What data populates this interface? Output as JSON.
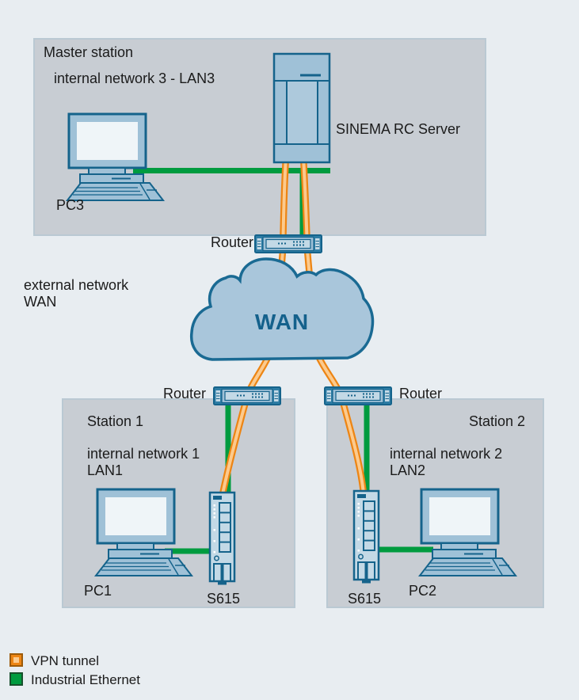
{
  "colors": {
    "background": "#e8edf1",
    "box_fill": "#c8cdd3",
    "box_border": "#bac9d3",
    "text": "#1b1b1b",
    "device_stroke": "#15638b",
    "device_fill": "#9fc1d7",
    "device_fill_light": "#c3d9e6",
    "screen_fill": "#eff5f8",
    "router_body": "#2e7da5",
    "server_panel": "#adc9dc",
    "cloud_fill": "#a9c6db",
    "cloud_stroke": "#1a6a93",
    "wan_text": "#14618c",
    "ethernet_green": "#009b3f",
    "vpn_orange": "#ed8514",
    "vpn_orange_light": "#fcca8d",
    "legend_vpn_border": "#9c5a08",
    "legend_eth_border": "#17502c"
  },
  "master_station": {
    "title": "Master station",
    "network": "internal network 3 - LAN3",
    "pc": "PC3",
    "server": "SINEMA RC Server"
  },
  "external": {
    "router": "Router",
    "label_line1": "external network",
    "label_line2": "WAN",
    "cloud": "WAN"
  },
  "station1": {
    "title": "Station 1",
    "router": "Router",
    "network_line1": "internal network 1",
    "network_line2": "LAN1",
    "pc": "PC1",
    "device": "S615"
  },
  "station2": {
    "title": "Station 2",
    "router": "Router",
    "network_line1": "internal network 2",
    "network_line2": "LAN2",
    "pc": "PC2",
    "device": "S615"
  },
  "legend": {
    "vpn": "VPN tunnel",
    "ethernet": "Industrial Ethernet"
  }
}
